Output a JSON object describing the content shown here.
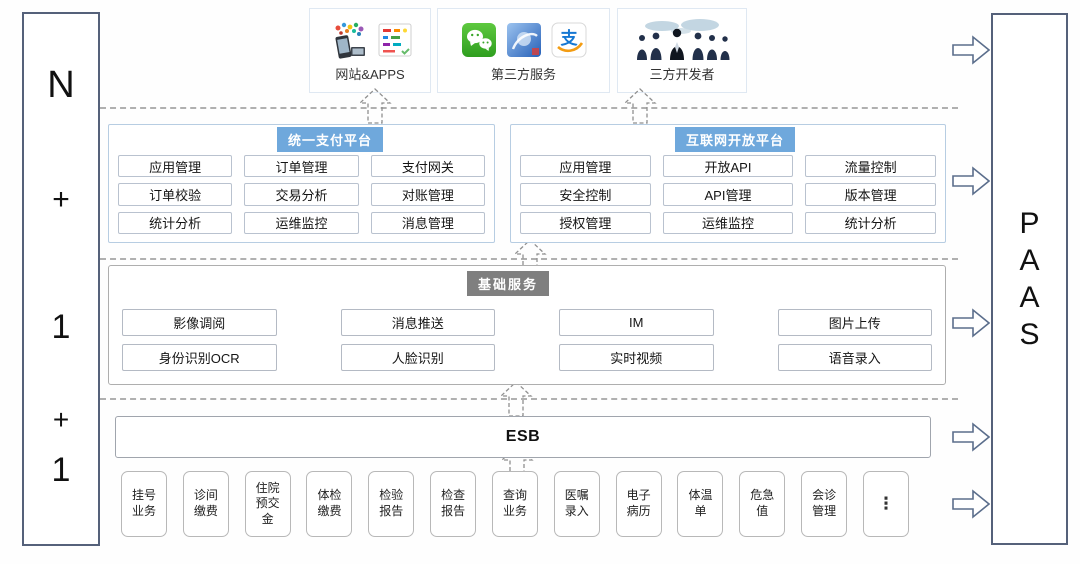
{
  "colors": {
    "accent_blue": "#6fa8dc",
    "badge_gray": "#7f7f7f",
    "band_border": "#55617a",
    "arrow_outline": "#5b6e8c",
    "dashed_gray": "#9d9d9d"
  },
  "left_band": {
    "chars": [
      "N",
      "+",
      "1",
      "+",
      "1"
    ]
  },
  "right_band": {
    "chars": [
      "P",
      "A",
      "A",
      "S"
    ]
  },
  "top_row": {
    "website": {
      "label": "网站&APPS",
      "icons": [
        "phone-apps-icon",
        "app-card-icon"
      ]
    },
    "third_party": {
      "label": "第三方服务",
      "icons": [
        "wechat-icon",
        "mobile-service-icon",
        "alipay-icon"
      ]
    },
    "developers": {
      "label": "三方开发者",
      "icons": [
        "developers-group-icon"
      ]
    }
  },
  "payment_platform": {
    "title": "统一支付平台",
    "items": [
      "应用管理",
      "订单管理",
      "支付网关",
      "订单校验",
      "交易分析",
      "对账管理",
      "统计分析",
      "运维监控",
      "消息管理"
    ]
  },
  "open_platform": {
    "title": "互联网开放平台",
    "items": [
      "应用管理",
      "开放API",
      "流量控制",
      "安全控制",
      "API管理",
      "版本管理",
      "授权管理",
      "运维监控",
      "统计分析"
    ]
  },
  "base_services": {
    "title": "基础服务",
    "items": [
      "影像调阅",
      "消息推送",
      "IM",
      "图片上传",
      "身份识别OCR",
      "人脸识别",
      "实时视频",
      "语音录入"
    ]
  },
  "esb": {
    "label": "ESB"
  },
  "business_boxes": [
    "挂号\n业务",
    "诊间\n缴费",
    "住院\n预交\n金",
    "体检\n缴费",
    "检验\n报告",
    "检查\n报告",
    "查询\n业务",
    "医嘱\n录入",
    "电子\n病历",
    "体温\n单",
    "危急\n值",
    "会诊\n管理",
    "⋮"
  ]
}
